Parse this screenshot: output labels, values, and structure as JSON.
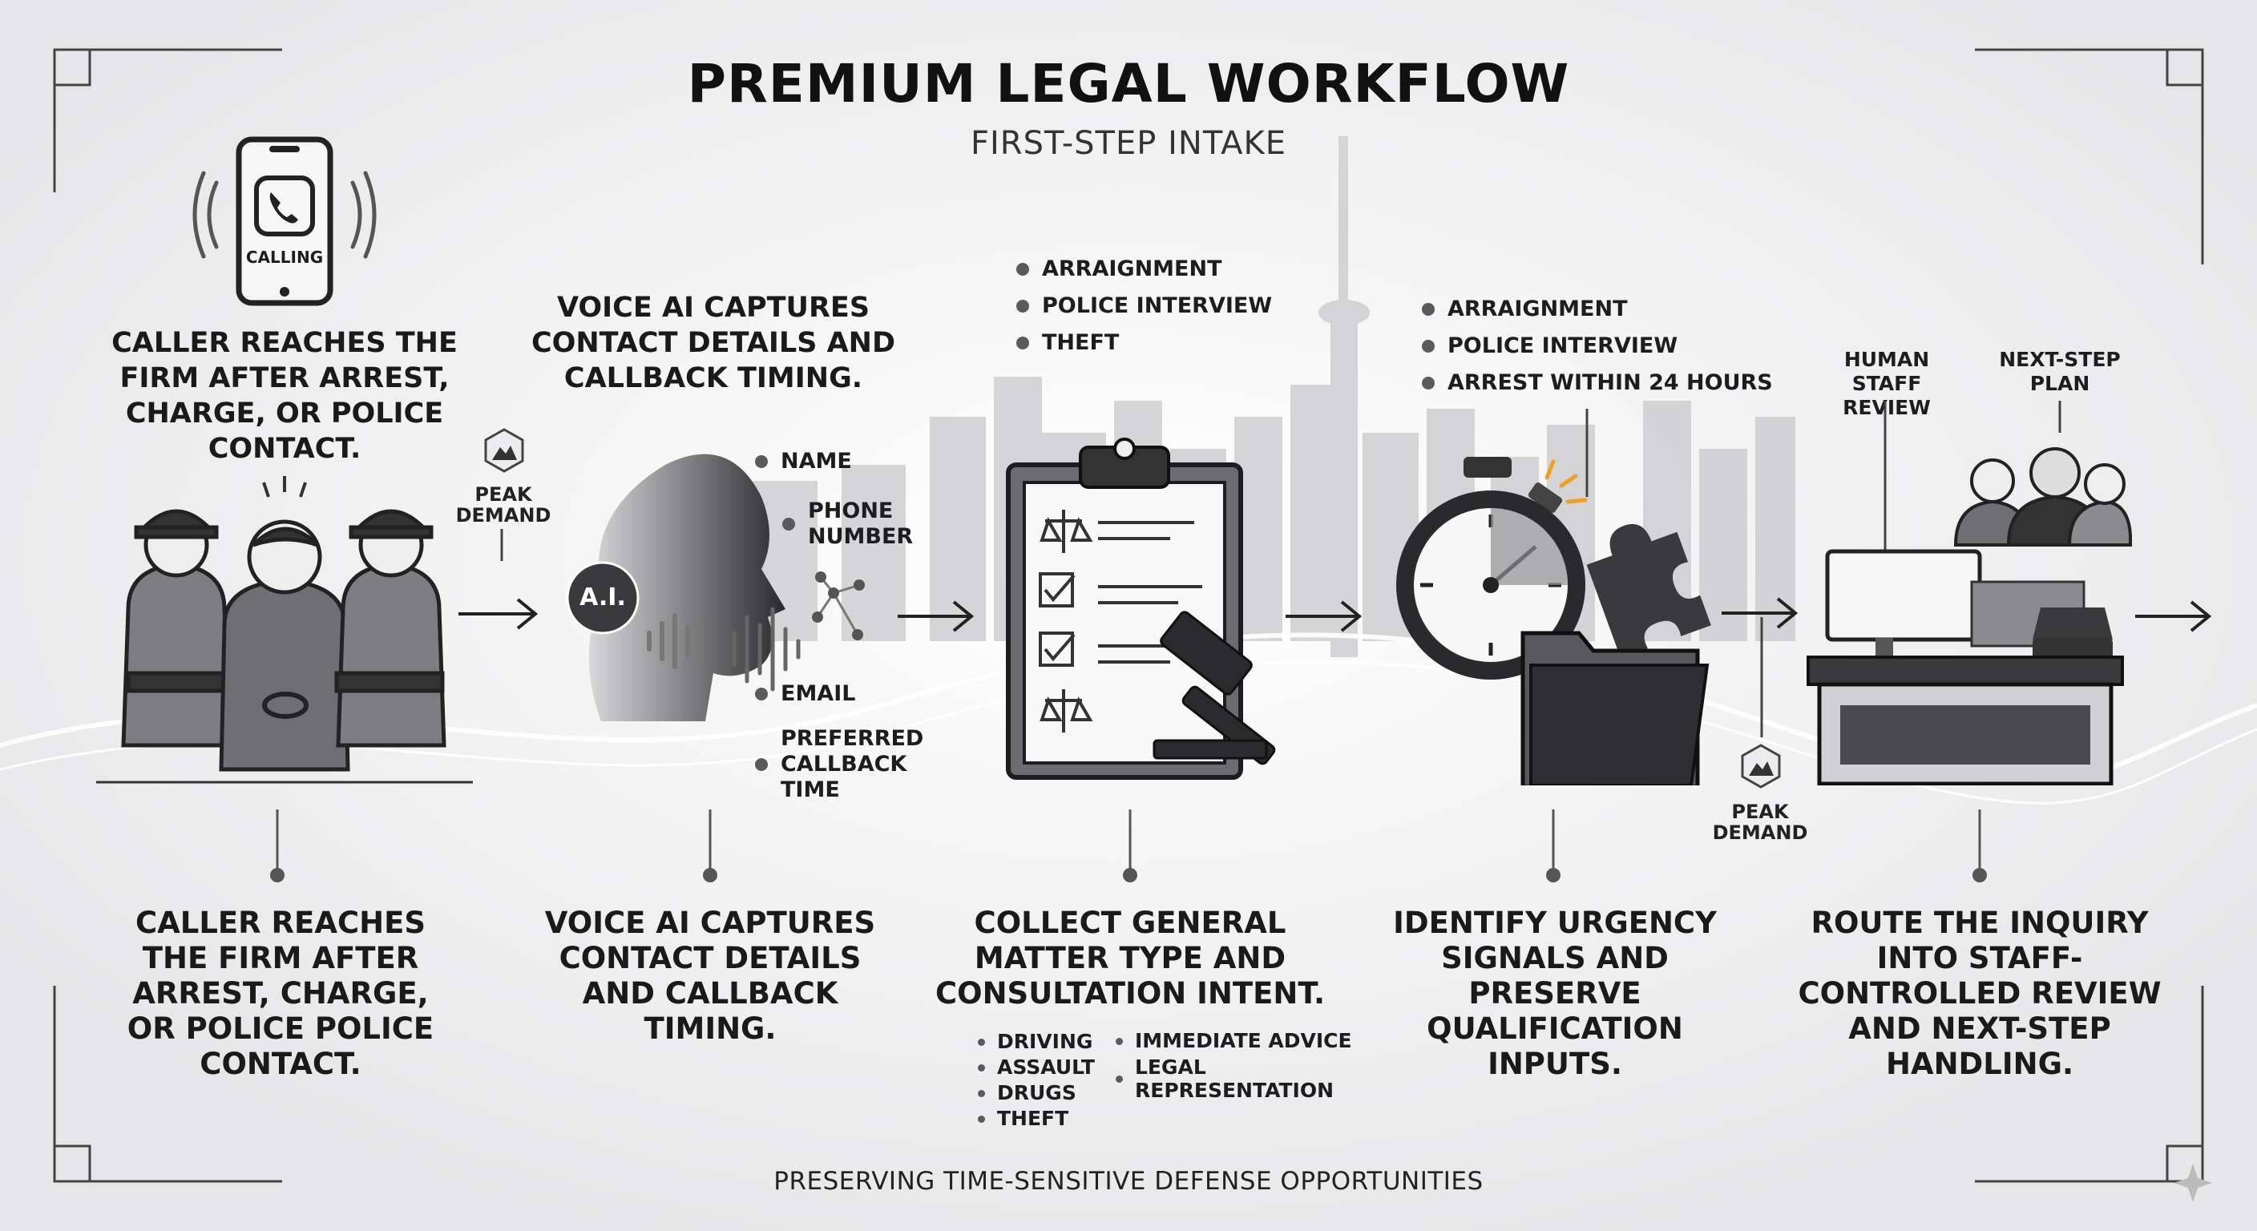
{
  "header": {
    "title": "PREMIUM LEGAL WORKFLOW",
    "subtitle": "FIRST-STEP INTAKE"
  },
  "steps": [
    {
      "top_caption": "CALLER REACHES THE FIRM AFTER ARREST, CHARGE, OR POLICE CONTACT.",
      "phone_label": "CALLING",
      "bottom_caption": "CALLER  REACHES THE FIRM AFTER ARREST, CHARGE, OR POLICE POLICE CONTACT."
    },
    {
      "top_caption": "VOICE AI CAPTURES CONTACT DETAILS AND CALLBACK TIMING.",
      "ai_label": "A.I.",
      "fields": [
        "NAME",
        "PHONE NUMBER",
        "EMAIL",
        "PREFERRED CALLBACK TIME"
      ],
      "bottom_caption": "VOICE AI CAPTURES CONTACT DETAILS AND CALLBACK TIMING."
    },
    {
      "top_list": [
        "ARRAIGNMENT",
        "POLICE INTERVIEW",
        "THEFT"
      ],
      "bottom_caption": "COLLECT GENERAL MATTER TYPE AND CONSULTATION INTENT.",
      "matter_types": [
        "DRIVING",
        "ASSAULT",
        "DRUGS",
        "THEFT"
      ],
      "intents": [
        "IMMEDIATE ADVICE",
        "LEGAL REPRESENTATION"
      ]
    },
    {
      "top_list": [
        "ARRAIGNMENT",
        "POLICE INTERVIEW",
        "ARREST WITHIN 24 HOURS"
      ],
      "bottom_caption": "IDENTIFY URGENCY SIGNALS AND PRESERVE QUALIFICATION INPUTS."
    },
    {
      "labels": [
        "HUMAN STAFF REVIEW",
        "NEXT-STEP PLAN"
      ],
      "bottom_caption": "ROUTE THE INQUIRY INTO STAFF-CONTROLLED REVIEW AND NEXT-STEP HANDLING."
    }
  ],
  "peak_badges": [
    "PEAK DEMAND",
    "PEAK DEMAND"
  ],
  "footer": "PRESERVING TIME-SENSITIVE DEFENSE OPPORTUNITIES",
  "colors": {
    "accent": "#f0a020",
    "ink": "#1d1d1f",
    "grey": "#5a5a5e"
  }
}
